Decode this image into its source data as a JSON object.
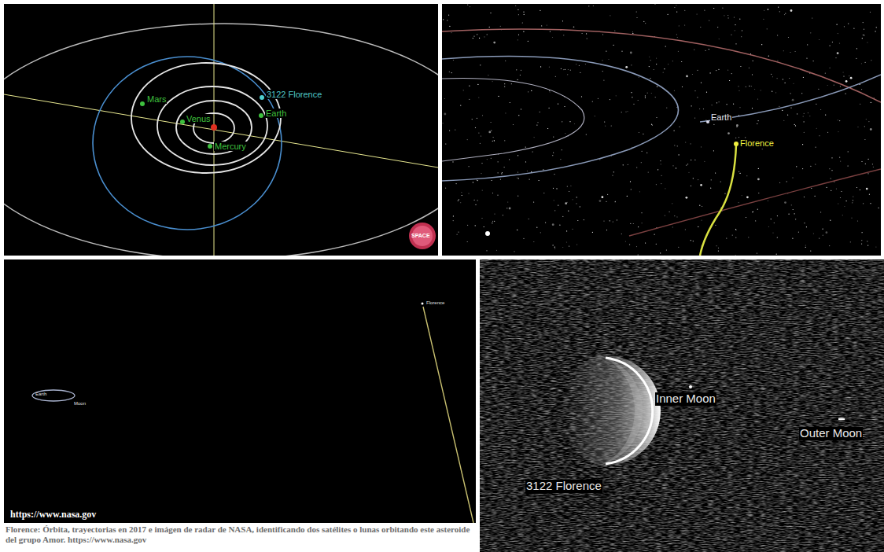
{
  "diagram": {
    "caption": "Florence: Órbita, trayectorias en 2017 e imágen  de radar de NASA, identificando dos satélites o  lunas orbitando este asteroide del grupo Amor. https://www.nasa.gov",
    "labels": [
      "Mars",
      "3122 Florence",
      "Earth",
      "Venus",
      "Mercury",
      "SPACE",
      "Earth",
      "Florence",
      "Earth",
      "Moon",
      "Florence",
      "https://www.nasa.gov",
      "Inner Moon",
      "Outer Moon",
      "3122 Florence"
    ]
  }
}
